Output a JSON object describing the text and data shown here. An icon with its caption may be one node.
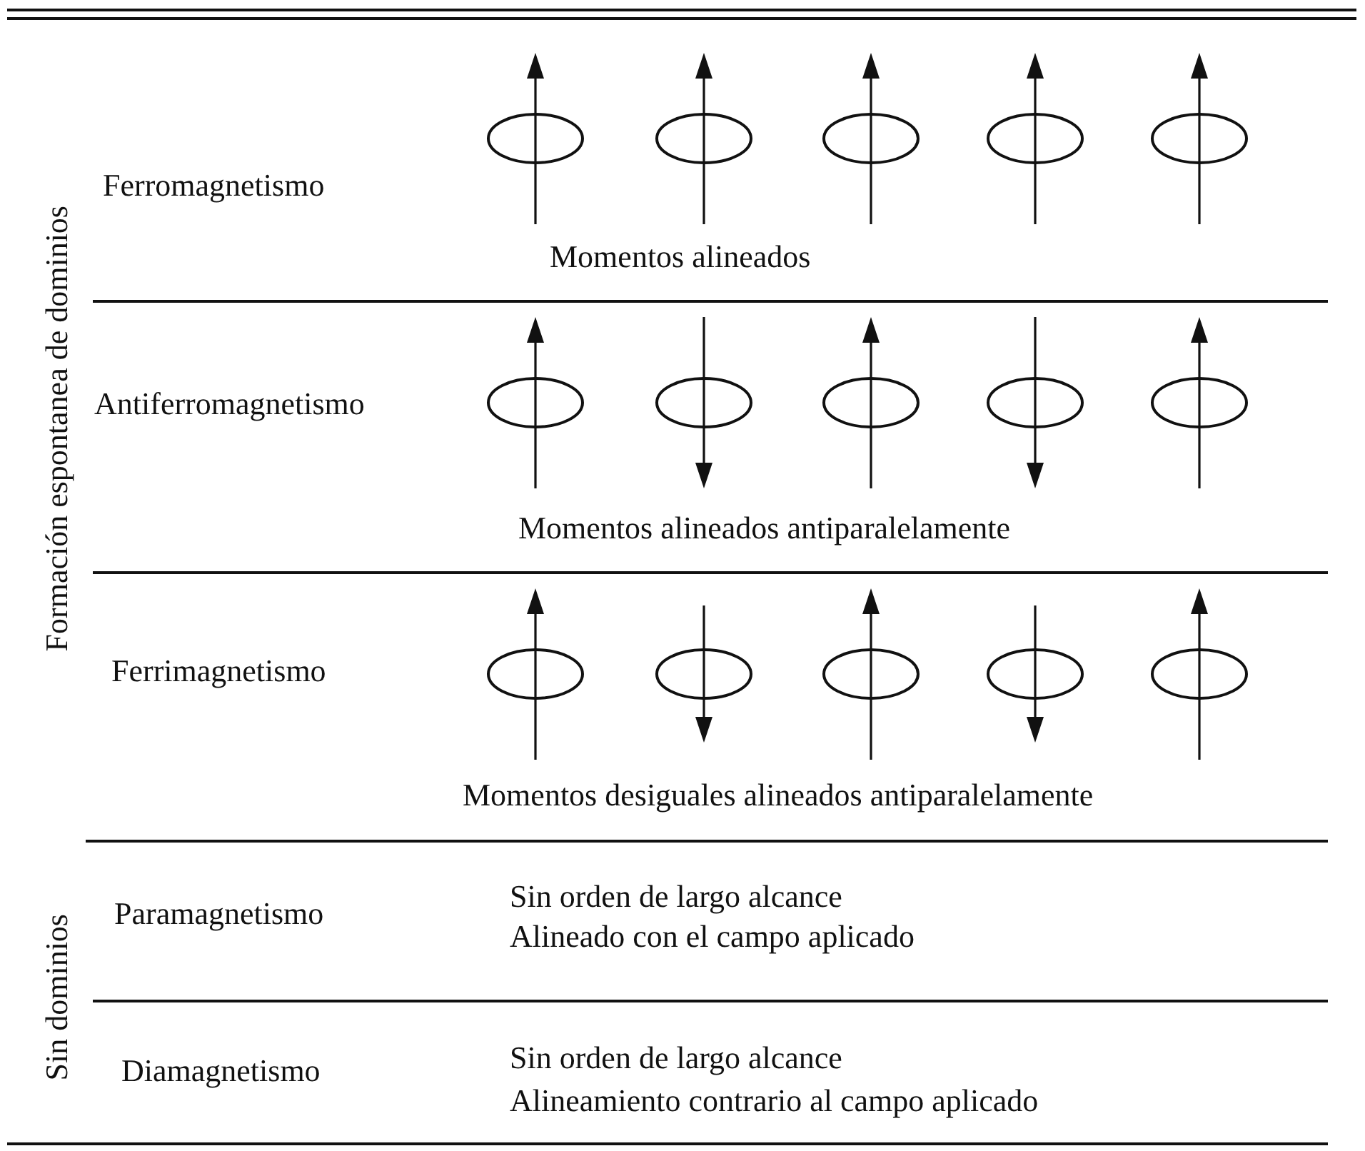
{
  "diagram": {
    "labels": [
      "Formación espontanea de dominios",
      "Ferromagnetismo",
      "Momentos alineados",
      "Antiferromagnetismo",
      "Momentos alineados antiparalelamente",
      "Ferrimagnetismo",
      "Momentos desiguales alineados antiparalelamente",
      "Sin dominios",
      "Paramagnetismo",
      "Sin orden de largo alcance",
      "Alineado con el campo aplicado",
      "Diamagnetismo",
      "Sin orden de largo alcance",
      "Alineamiento contrario al campo aplicado"
    ]
  }
}
